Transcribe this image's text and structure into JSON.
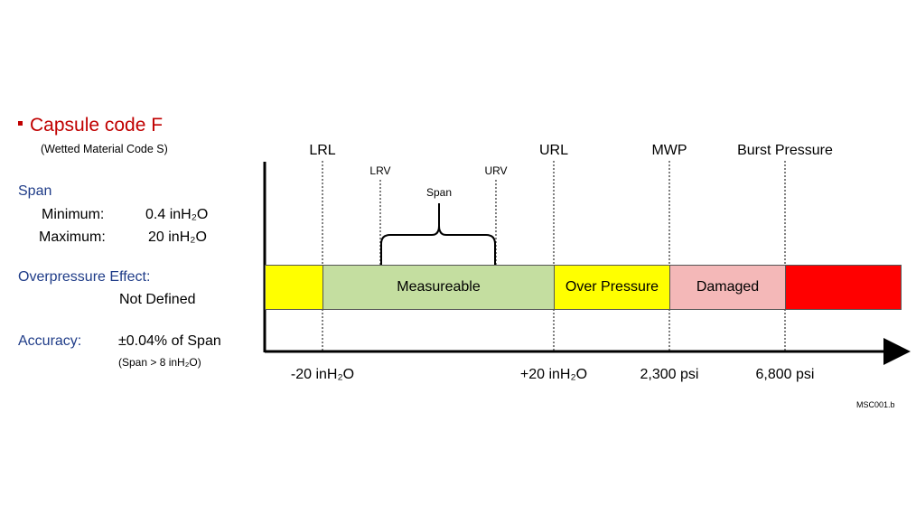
{
  "left_panel": {
    "title": "Capsule code F",
    "subtitle": "(Wetted Material Code S)",
    "span_label": "Span",
    "minimum_label": "Minimum:",
    "minimum_value": "0.4 inH₂O",
    "maximum_label": "Maximum:",
    "maximum_value": "20 inH₂O",
    "overpressure_label": "Overpressure Effect:",
    "overpressure_value": "Not Defined",
    "accuracy_label": "Accuracy:",
    "accuracy_value": "±0.04% of Span",
    "accuracy_note": "(Span > 8 inH₂O)"
  },
  "diagram": {
    "markers": {
      "lrl": "LRL",
      "url": "URL",
      "mwp": "MWP",
      "burst": "Burst Pressure",
      "lrv": "LRV",
      "urv": "URV",
      "span": "Span"
    },
    "segments": {
      "measureable": "Measureable",
      "over_pressure": "Over Pressure",
      "damaged": "Damaged"
    },
    "axis_values": {
      "lrl": "-20 inH₂O",
      "url": "+20 inH₂O",
      "mwp": "2,300 psi",
      "burst": "6,800 psi"
    },
    "colors": {
      "yellow": "#ffff00",
      "green": "#c4dea0",
      "pink": "#f4b8b8",
      "red": "#ff0000",
      "title_red": "#c00000",
      "label_blue": "#1f3c88"
    },
    "figure_code": "MSC001.b"
  }
}
